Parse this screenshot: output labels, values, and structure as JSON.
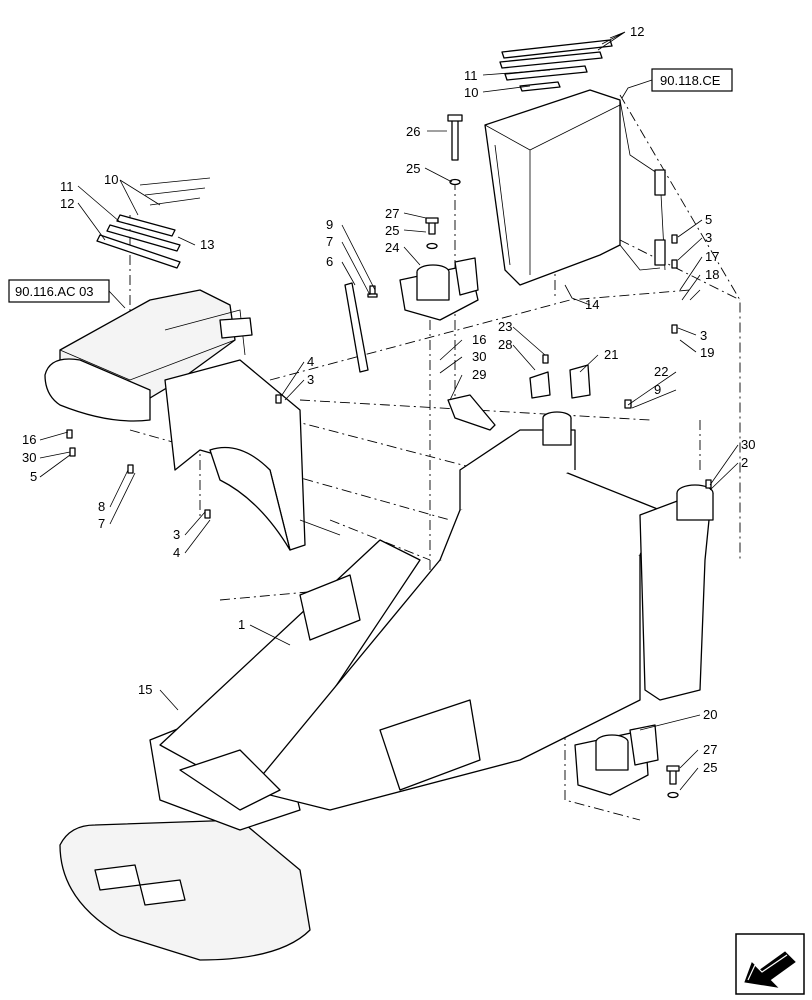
{
  "refs": {
    "top_right": "90.118.CE",
    "left": "90.116.AC 03"
  },
  "callouts": {
    "c12_top": "12",
    "c11_top": "11",
    "c10_top": "10",
    "c26": "26",
    "c25_a": "25",
    "c27_a": "27",
    "c25_b": "25",
    "c24": "24",
    "c10_left": "10",
    "c11_left": "11",
    "c12_left": "12",
    "c13": "13",
    "c9_a": "9",
    "c7_a": "7",
    "c6": "6",
    "c5_r": "5",
    "c3_r1": "3",
    "c17": "17",
    "c18": "18",
    "c14": "14",
    "c3_r2": "3",
    "c19": "19",
    "c4_a": "4",
    "c3_a": "3",
    "c16_a": "16",
    "c30_a": "30",
    "c29": "29",
    "c23": "23",
    "c28": "28",
    "c21": "21",
    "c22": "22",
    "c9_b": "9",
    "c16_l": "16",
    "c30_l": "30",
    "c5_l": "5",
    "c8": "8",
    "c7_b": "7",
    "c3_b": "3",
    "c4_b": "4",
    "c30_r": "30",
    "c2": "2",
    "c1": "1",
    "c15": "15",
    "c20": "20",
    "c27_b": "27",
    "c25_c": "25"
  },
  "icons": {
    "nav": "arrow-icon"
  }
}
